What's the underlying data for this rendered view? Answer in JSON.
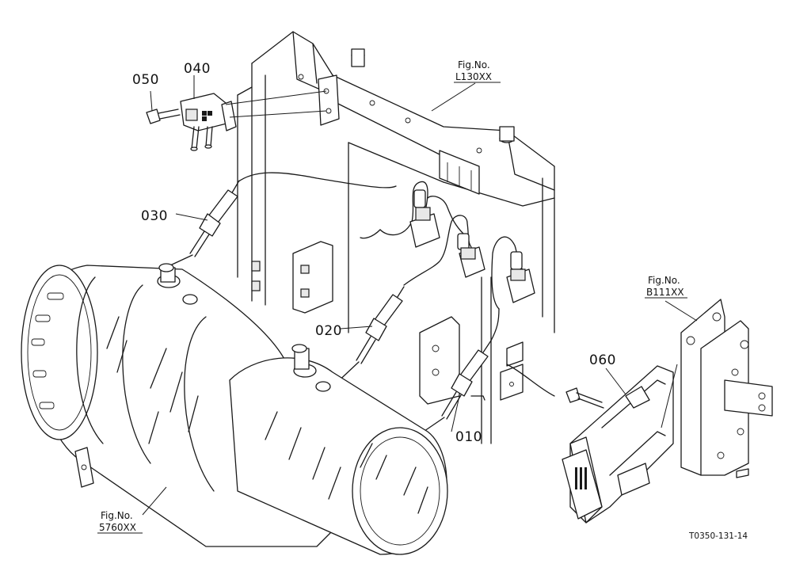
{
  "callouts": {
    "c050": "050",
    "c040": "040",
    "c030": "030",
    "c020": "020",
    "c010": "010",
    "c060": "060"
  },
  "fig_refs": {
    "l130": {
      "line1": "Fig.No.",
      "line2": "L130XX"
    },
    "b111": {
      "line1": "Fig.No.",
      "line2": "B111XX"
    },
    "s5760": {
      "line1": "Fig.No.",
      "line2": "5760XX"
    }
  },
  "drawing_code": "T0350-131-14"
}
